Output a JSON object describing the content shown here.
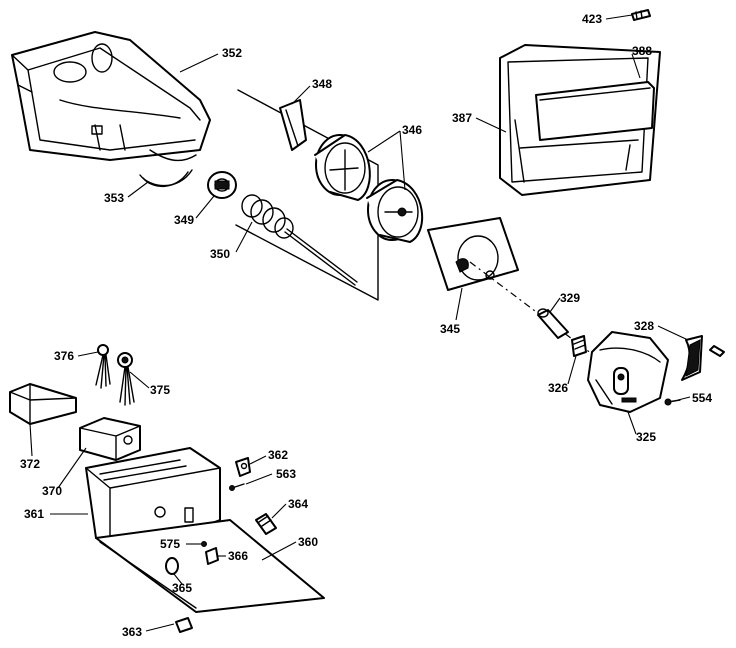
{
  "diagram": {
    "callouts": [
      {
        "id": "352",
        "label": "352"
      },
      {
        "id": "353",
        "label": "353"
      },
      {
        "id": "349",
        "label": "349"
      },
      {
        "id": "350",
        "label": "350"
      },
      {
        "id": "348",
        "label": "348"
      },
      {
        "id": "346",
        "label": "346"
      },
      {
        "id": "423",
        "label": "423"
      },
      {
        "id": "388",
        "label": "388"
      },
      {
        "id": "387",
        "label": "387"
      },
      {
        "id": "345",
        "label": "345"
      },
      {
        "id": "329",
        "label": "329"
      },
      {
        "id": "328",
        "label": "328"
      },
      {
        "id": "326",
        "label": "326"
      },
      {
        "id": "554",
        "label": "554"
      },
      {
        "id": "325",
        "label": "325"
      },
      {
        "id": "376",
        "label": "376"
      },
      {
        "id": "375",
        "label": "375"
      },
      {
        "id": "372",
        "label": "372"
      },
      {
        "id": "370",
        "label": "370"
      },
      {
        "id": "362",
        "label": "362"
      },
      {
        "id": "563",
        "label": "563"
      },
      {
        "id": "364",
        "label": "364"
      },
      {
        "id": "361",
        "label": "361"
      },
      {
        "id": "575",
        "label": "575"
      },
      {
        "id": "366",
        "label": "366"
      },
      {
        "id": "360",
        "label": "360"
      },
      {
        "id": "365",
        "label": "365"
      },
      {
        "id": "363",
        "label": "363"
      }
    ]
  }
}
